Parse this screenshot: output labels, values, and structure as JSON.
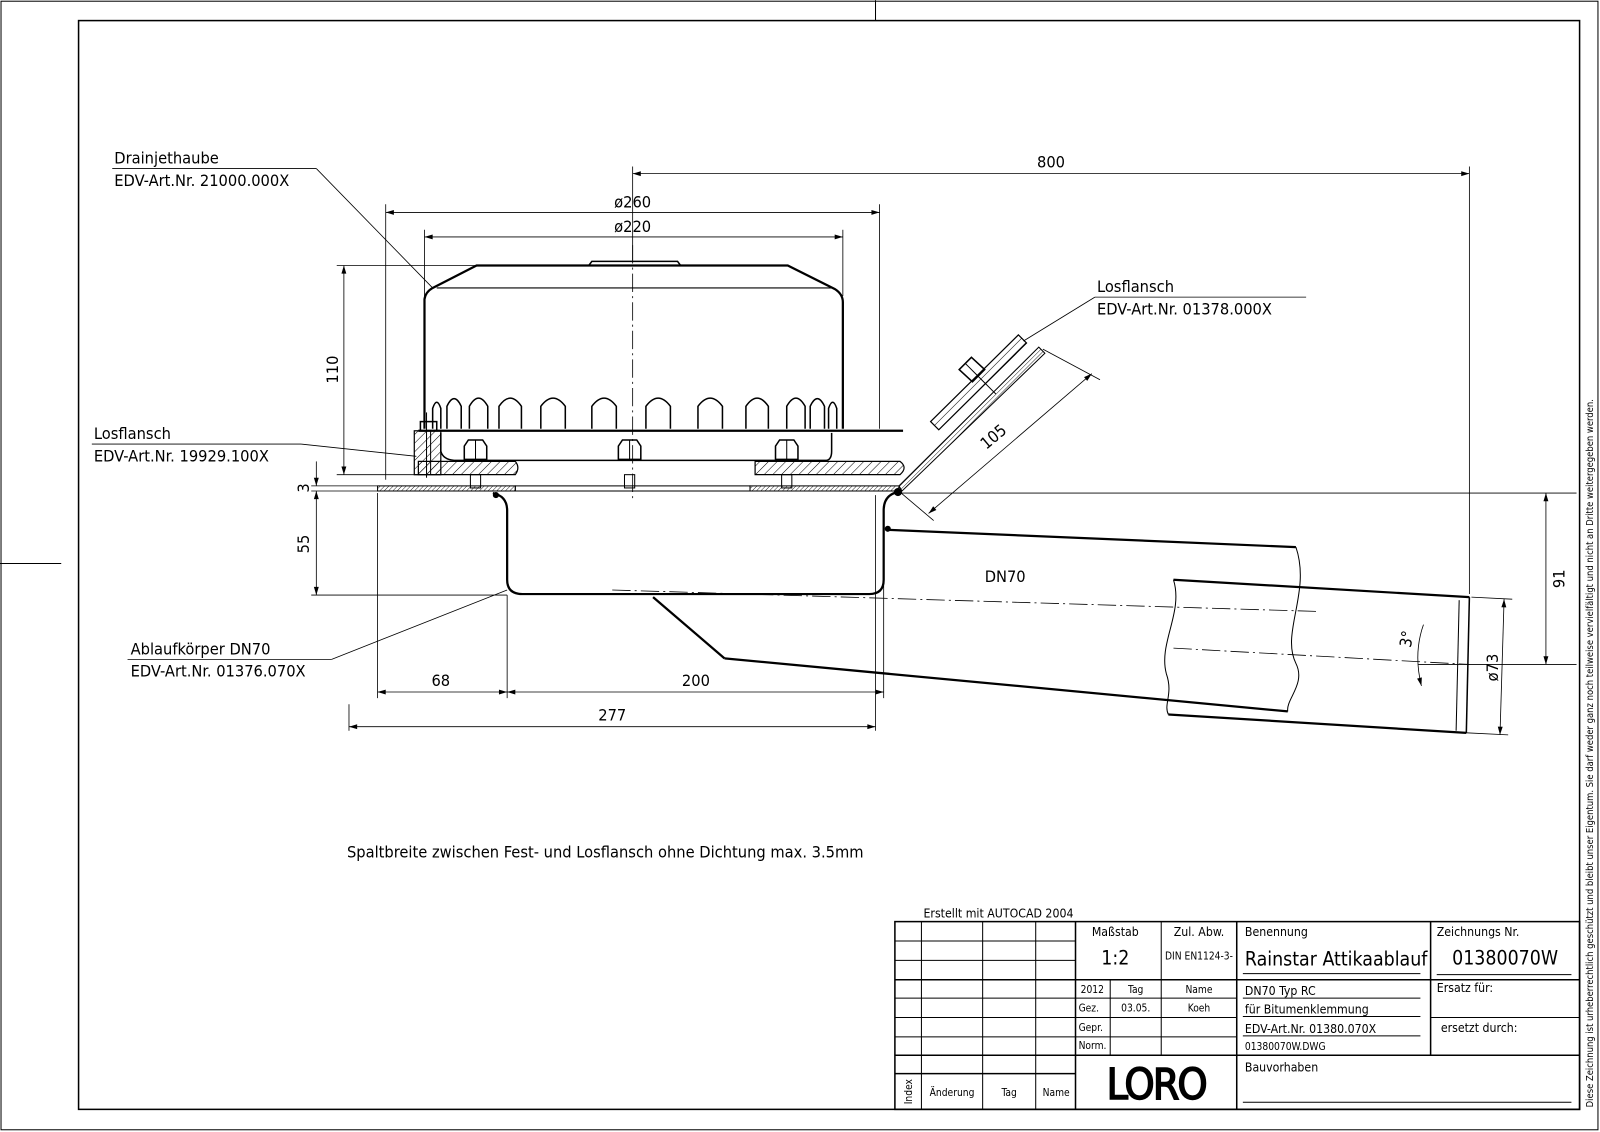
{
  "labels": {
    "drainjethaube_name": "Drainjethaube",
    "drainjethaube_art": "EDV-Art.Nr. 21000.000X",
    "losflansch_left_name": "Losflansch",
    "losflansch_left_art": "EDV-Art.Nr. 19929.100X",
    "ablaufkoerper_name": "Ablaufkörper DN70",
    "ablaufkoerper_art": "EDV-Art.Nr. 01376.070X",
    "losflansch_right_name": "Losflansch",
    "losflansch_right_art": "EDV-Art.Nr. 01378.000X",
    "pipe": "DN70",
    "note": "Spaltbreite zwischen Fest- und Losflansch ohne Dichtung max. 3.5mm"
  },
  "dimensions": {
    "d800": "800",
    "d260": "ø260",
    "d220": "ø220",
    "d110": "110",
    "d3": "3",
    "d55": "55",
    "d68": "68",
    "d200": "200",
    "d277": "277",
    "d105": "105",
    "d91": "91",
    "d73": "ø73",
    "angle": "3°"
  },
  "title_block": {
    "created_with": "Erstellt mit AUTOCAD 2004",
    "scale_label": "Maßstab",
    "scale_value": "1:2",
    "tolerance_label": "Zul. Abw.",
    "tolerance_value": "DIN EN1124-3-",
    "year": "2012",
    "day_label": "Tag",
    "name_label": "Name",
    "drawn_label": "Gez.",
    "drawn_date": "03.05.",
    "drawn_name": "Koeh",
    "checked_label": "Gepr.",
    "norm_label": "Norm.",
    "designation_label": "Benennung",
    "designation": "Rainstar Attikaablauf",
    "line1": "DN70 Typ RC",
    "line2": "für Bitumenklemmung",
    "line3": "EDV-Art.Nr. 01380.070X",
    "file": "01380070W.DWG",
    "drawing_no_label": "Zeichnungs Nr.",
    "drawing_no": "01380070W",
    "replacement_for": "Ersatz für:",
    "replaced_by": "ersetzt durch:",
    "project_label": "Bauvorhaben",
    "rev_index": "Index",
    "rev_change": "Änderung",
    "rev_day": "Tag",
    "rev_name": "Name",
    "logo": "LORO"
  },
  "copyright": "Diese Zeichnung ist urheberrechtlich geschützt und bleibt unser Eigentum. Sie darf weder ganz noch teilweise vervielfältigt und nicht an Dritte weitergegeben werden."
}
